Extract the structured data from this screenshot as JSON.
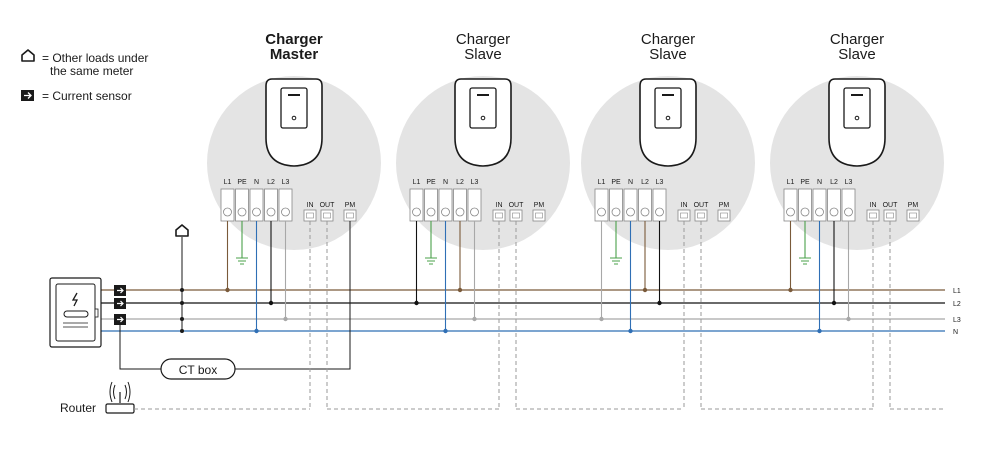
{
  "legend": {
    "home_text_line1": "= Other loads under",
    "home_text_line2": "the same meter",
    "sensor_text": "= Current sensor",
    "home_icon": "house-icon",
    "sensor_icon": "arrow-right-square-icon"
  },
  "chargers": [
    {
      "title_line1": "Charger",
      "title_line2": "Master",
      "bold": true
    },
    {
      "title_line1": "Charger",
      "title_line2": "Slave",
      "bold": false
    },
    {
      "title_line1": "Charger",
      "title_line2": "Slave",
      "bold": false
    },
    {
      "title_line1": "Charger",
      "title_line2": "Slave",
      "bold": false
    }
  ],
  "terminals": {
    "power": [
      "L1",
      "PE",
      "N",
      "L2",
      "L3"
    ],
    "comm": [
      "IN",
      "OUT",
      "PM"
    ]
  },
  "bus_lines": [
    {
      "label": "L1",
      "color": "#7a5a3a"
    },
    {
      "label": "L2",
      "color": "#111111"
    },
    {
      "label": "L3",
      "color": "#a8a8a8"
    },
    {
      "label": "N",
      "color": "#2f6fb5"
    }
  ],
  "ct_box_label": "CT box",
  "router_label": "Router",
  "colors": {
    "pe_green": "#4aa04a",
    "circle_fill": "#e4e4e4",
    "dash": "#9a9a9a"
  }
}
